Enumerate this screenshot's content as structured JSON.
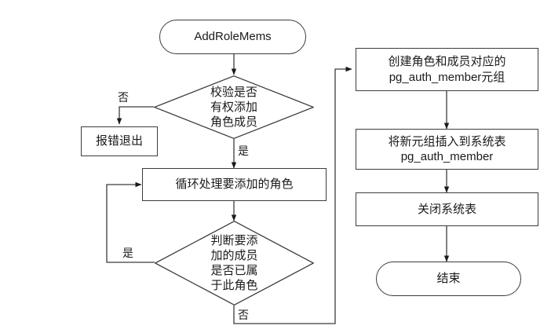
{
  "diagram": {
    "title": "AddRoleMems flowchart",
    "type": "flowchart",
    "background_color": "#ffffff",
    "stroke_color": "#3c3c3c",
    "text_color": "#1a1a1a"
  },
  "nodes": {
    "start": {
      "label": "AddRoleMems",
      "shape": "terminal"
    },
    "check_permission": {
      "shape": "decision",
      "line1": "校验是否",
      "line2": "有权添加",
      "line3": "角色成员"
    },
    "error_exit": {
      "label": "报错退出",
      "shape": "process"
    },
    "loop_roles": {
      "label": "循环处理要添加的角色",
      "shape": "process"
    },
    "check_member": {
      "shape": "decision",
      "line1": "判断要添",
      "line2": "加的成员",
      "line3": "是否已属",
      "line4": "于此角色"
    },
    "create_tuple": {
      "shape": "process",
      "line1": "创建角色和成员对应的",
      "line2": "pg_auth_member元组"
    },
    "insert_tuple": {
      "shape": "process",
      "line1": "将新元组插入到系统表",
      "line2": "pg_auth_member"
    },
    "close_table": {
      "label": "关闭系统表",
      "shape": "process"
    },
    "end": {
      "label": "结束",
      "shape": "terminal"
    }
  },
  "edge_labels": {
    "permission_no": "否",
    "permission_yes": "是",
    "member_yes": "是",
    "member_no": "否"
  }
}
